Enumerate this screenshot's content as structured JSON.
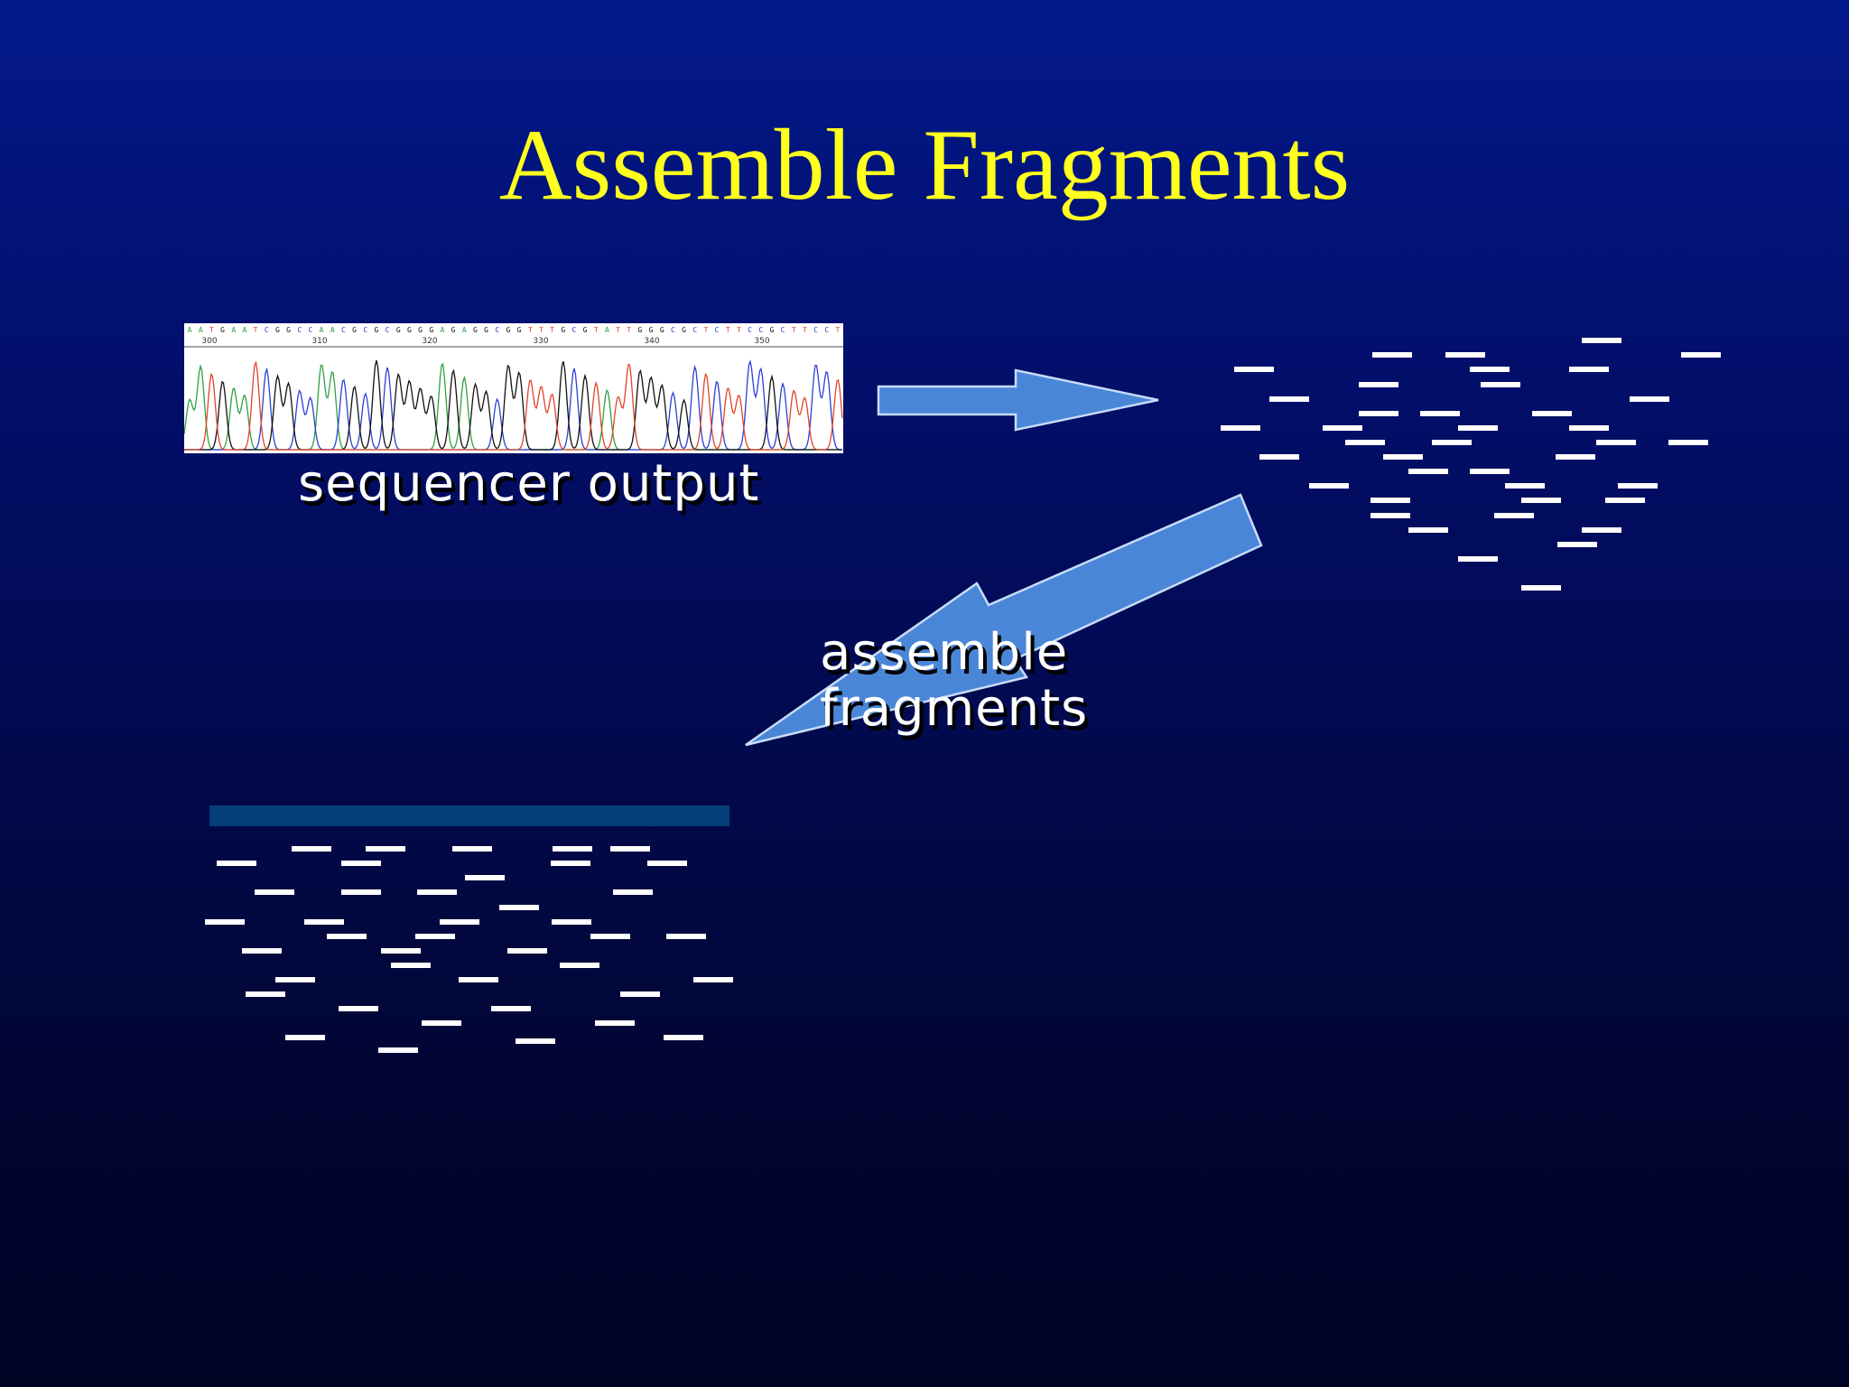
{
  "slide": {
    "title": "Assemble Fragments",
    "labels": {
      "sequencer_output": "sequencer output",
      "assemble_line1": "assemble",
      "assemble_line2": "fragments"
    }
  },
  "chromatogram": {
    "bases": "AATGAATCGGCCAACGCGCGGGGAGAGGCGGTTTGCGTATTGGGCGCTCTTCCGCTTCCT",
    "position_labels": [
      "300",
      "310",
      "320",
      "330",
      "340",
      "350"
    ]
  },
  "colors": {
    "title": "#ffff1e",
    "arrow_fill": "#4a86d8",
    "arrow_stroke": "#c8dcf8",
    "fragment": "#ffffff",
    "reference_bar": "#033f78",
    "trace_A": "#2ea043",
    "trace_C": "#2b3fd6",
    "trace_G": "#111111",
    "trace_T": "#e0442a"
  },
  "icons": {
    "right_arrow": "right-arrow-icon",
    "diagonal_arrow": "down-left-arrow-icon"
  }
}
